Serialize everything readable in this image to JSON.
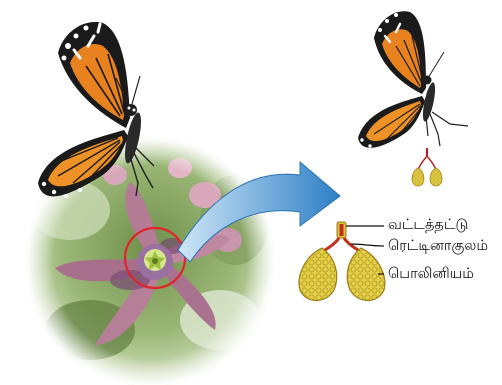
{
  "labels": {
    "corpusculum": "வட்டத்தட்டு",
    "retinaculum": "ரெட்டினாகுலம்",
    "pollinium": "பொலினியம்"
  },
  "colors": {
    "wing_orange": "#e8821e",
    "wing_black": "#1a1a1a",
    "pollinium_yellow": "#d9c23a",
    "flower_pink": "#c98aa4",
    "arrow_blue": "#3f8fcf",
    "highlight_red": "#e0252a"
  }
}
